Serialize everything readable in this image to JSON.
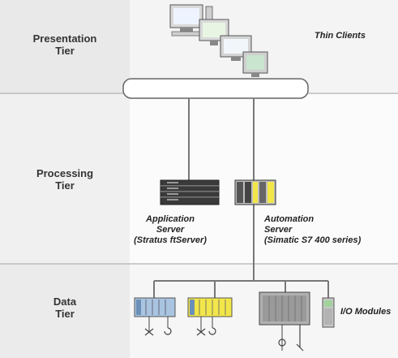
{
  "tiers": [
    {
      "label": "Presentation\nTier"
    },
    {
      "label": "Processing\nTier"
    },
    {
      "label": "Data\nTier"
    }
  ],
  "captions": {
    "thin_clients": "Thin Clients",
    "application_server": "Application\nServer\n(Stratus ftServer)",
    "automation_server": "Automation\nServer\n(Simatic S7 400 series)",
    "io_modules": "I/O Modules"
  },
  "colors": {
    "tier_light": "#f4f4f4",
    "tier_left": "#e6e6e6",
    "line": "#777777",
    "module_blue": "#a8c4e0",
    "module_yellow": "#f2e64a",
    "server_dark": "#3a3a3a"
  },
  "icons": {
    "thin_clients": "desktop-computers-icon",
    "application_server": "rack-server-icon",
    "automation_server": "plc-rack-icon",
    "io_modules": "io-module-icon"
  }
}
